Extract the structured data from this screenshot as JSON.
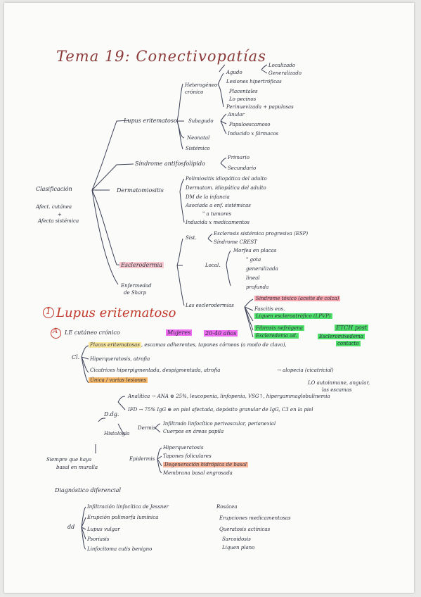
{
  "title": "Tema 19: Conectivopatías",
  "tree": {
    "root": "Clasificación",
    "root_notes": [
      "Afect. cutánea",
      "+",
      "Afecta sistémica"
    ],
    "lupus": {
      "label": "Lupus eritematoso",
      "agudo": "Agudo",
      "agudo_items": [
        "Localizado",
        "Generalizado"
      ],
      "heterogeneo": "Heterogéneo crónico",
      "heterogeneo_items": [
        "Lesiones hipertróficas",
        "Placentales",
        "Lo pecinos",
        "Perinuevizada + papulosas"
      ],
      "subagudo": "Subagudo",
      "subagudo_items": [
        "Anular",
        "Papuloescamoso",
        "Inducido x fármacos"
      ],
      "neonatal": "Neonatal",
      "sistemico": "Sistémico"
    },
    "antifosfolip": {
      "label": "Síndrome antifosfolípido",
      "items": [
        "Primario",
        "Secundario"
      ]
    },
    "dermato": {
      "label": "Dermatomiositis",
      "items": [
        "Polimiositis idiopática del adulto",
        "Dermatom. idiopática del adulto",
        "DM de la infancia",
        "Asociada a enf. sistémicas",
        "\" a tumores",
        "Inducida x medicamentos"
      ]
    },
    "esclero": {
      "label": "Esclerodermia",
      "sist": "Sist.",
      "sist_items": [
        "Esclerosis sistémica progresiva (ESP)",
        "Síndrome CREST"
      ],
      "local": "Local.",
      "local_items": [
        "Morfea en placas",
        "\" gota",
        "generalizada",
        "lineal",
        "profunda"
      ],
      "pseudo": "Las esclerodermias",
      "pseudo_items": [
        "Síndrome tóxico (aceite de colza)",
        "Fascitis eos.",
        "Liquen escleroatrófico (LPVP)",
        "Fibrosis nefrógena",
        "Escleredema ad.",
        "Escleromixedema"
      ],
      "etch": [
        "ETCH post",
        "contacto"
      ]
    },
    "ets": [
      "Enfermedad",
      "de Sharp"
    ]
  },
  "section1": {
    "number": "1",
    "title": "Lupus eritematoso",
    "sub_letter": "A",
    "sub_title": "LE cutáneo crónico",
    "tags": [
      "Mujeres",
      "20-40 años"
    ],
    "clinica_label": "Cl.",
    "clinica": [
      "Placas eritematosas",
      ", escamas adherentes, tapones córneos (a modo de clavo),",
      "Hiperqueratosis, atrofia",
      "Cicatrices hiperpigmentada, despigmentada, atrofia",
      "→ alopecia (cicatricial)",
      "Única / varias lesiones",
      "LO autoinmune, angular,",
      "las escamas"
    ],
    "diag_label": "D.dg.",
    "diag": [
      "Analítica → ANA ⊕ 25%, leucopenia, linfopenia, VSG↑, hipergammaglobulinemia",
      "IFD → 75% IgG ⊕ en piel afectada, depósito granular de IgG, C3 en la piel",
      "Infiltrado linfocítico perivascular, perianexial",
      "Cuerpos en áreas papila"
    ],
    "histo_label": "Histología",
    "dermis_label": "Dermis",
    "epidermis_label": "Epidermis",
    "epidermis": [
      "Hiperqueratosis",
      "Tapones foliculares",
      "Degeneración hidrópica de basal",
      "Membrana basal engrosada"
    ],
    "side_note": [
      "Siempre que haya",
      "basal en muralla"
    ],
    "dd_title": "Diagnóstico diferencial",
    "dd_label": "dd",
    "dd_left": [
      "Infiltración linfocítica de Jessner",
      "Erupción polimorfa lumínica",
      "Lupus vulgar",
      "Psoriasis",
      "Linfocitoma cutis benigno"
    ],
    "dd_right": [
      "Rosácea",
      "Erupciones medicamentosas",
      "Queratosis actínicas",
      "Sarcoidosis",
      "Liquen plano"
    ]
  },
  "colors": {
    "ink": "#2b2f3d",
    "red_ink": "#c0392b",
    "pink": "#f7a8b0",
    "yellow": "#fbe8a0",
    "orange": "#f5b86b",
    "green": "#4ee06a",
    "violet": "#ee6cf0"
  }
}
